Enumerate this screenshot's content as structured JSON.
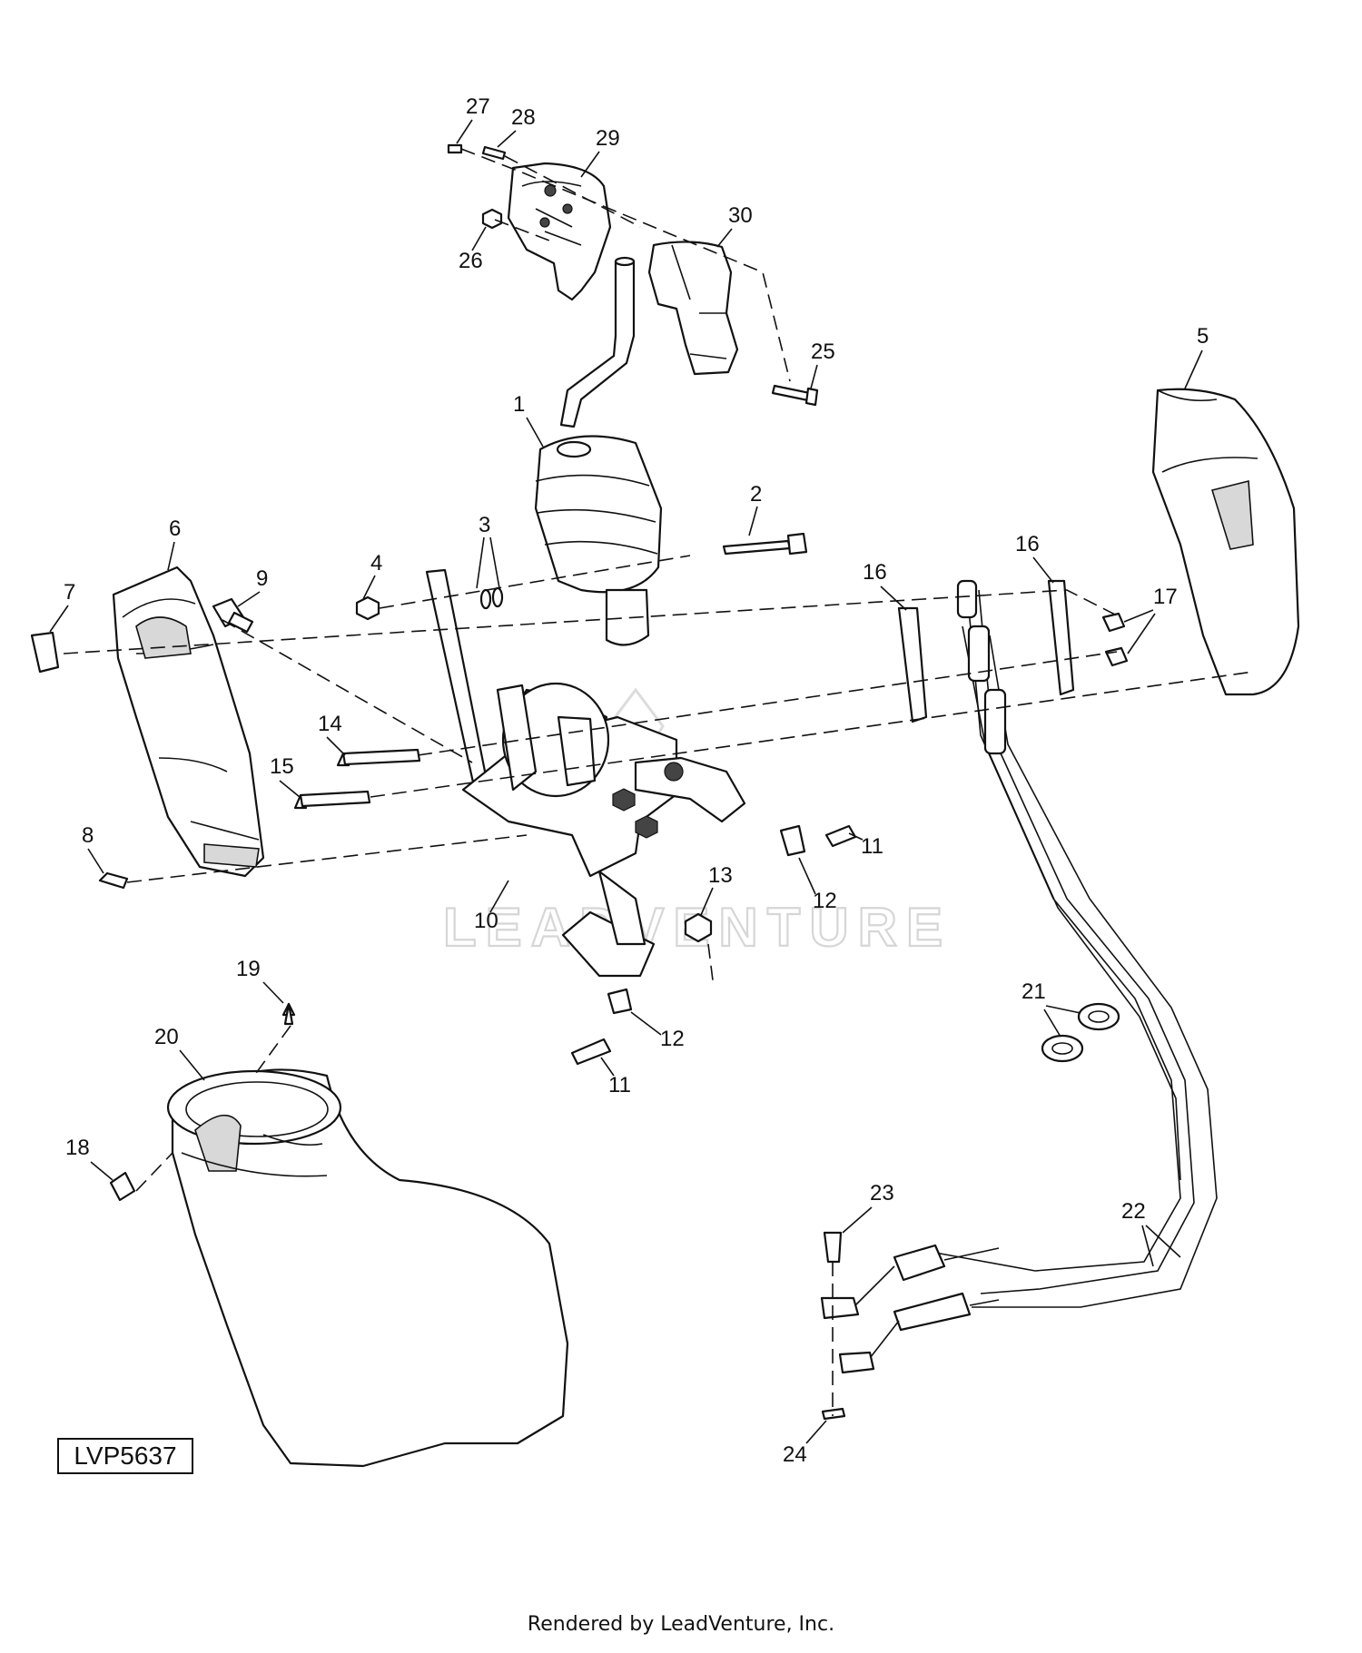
{
  "diagram": {
    "reference_code": "LVP5637",
    "footer": "Rendered by LeadVenture, Inc.",
    "watermark": "LEADVENTURE",
    "callouts": [
      "1",
      "2",
      "3",
      "4",
      "5",
      "6",
      "7",
      "8",
      "9",
      "10",
      "11",
      "11",
      "12",
      "12",
      "13",
      "14",
      "15",
      "16",
      "16",
      "17",
      "18",
      "19",
      "20",
      "21",
      "22",
      "23",
      "24",
      "25",
      "26",
      "27",
      "28",
      "29",
      "30"
    ]
  }
}
